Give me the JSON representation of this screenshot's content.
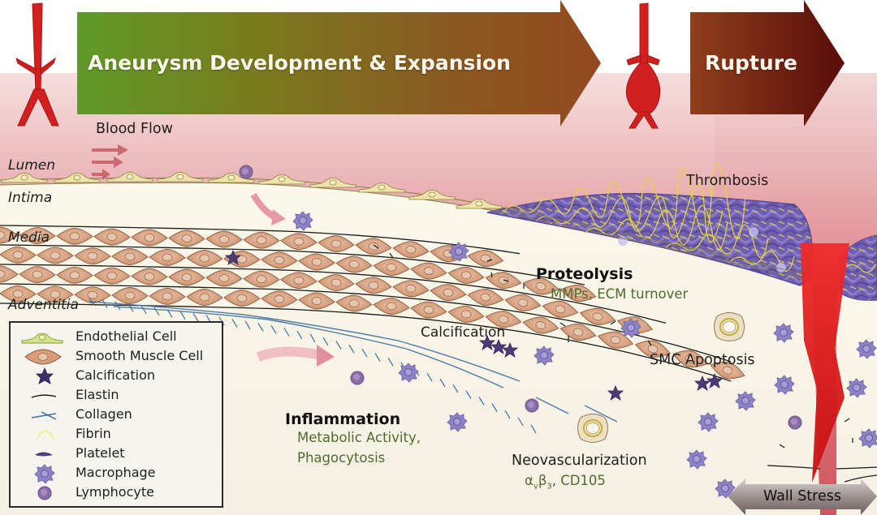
{
  "diagram": {
    "banners": {
      "development": "Aneurysm Development & Expansion",
      "rupture": "Rupture"
    },
    "colors": {
      "blood": "#d76a72",
      "wall": "#f7f2e0",
      "smc": "#d9a07e",
      "endothelial": "#e9df9a",
      "collagen": "#3f6fa0",
      "macrophage": "#8b7fc0",
      "thrombus": "#6a5aa8",
      "fibrin": "#e5d44a",
      "banner_start": "#5f9a2a",
      "banner_end": "#6d1d12",
      "rupture_red": "#e01f1f",
      "green_text": "#4f6b2d"
    },
    "flow_label": "Blood Flow",
    "layers": {
      "lumen": "Lumen",
      "intima": "Intima",
      "media": "Media",
      "adventitia": "Adventitia"
    },
    "annotations": {
      "thrombosis": "Thrombosis",
      "proteolysis": {
        "title": "Proteolysis",
        "detail": "MMPs, ECM turnover"
      },
      "calcification": "Calcification",
      "smc_apoptosis": "SMC Apoptosis",
      "inflammation": {
        "title": "Inflammation",
        "detail_line1": "Metabolic Activity,",
        "detail_line2": "Phagocytosis"
      },
      "neovascularization": {
        "title": "Neovascularization",
        "detail": "αvβ3, CD105",
        "alpha": "α",
        "alpha_sub": "v",
        "beta": "β",
        "beta_sub": "3",
        "rest": ", CD105"
      },
      "wall_stress": "Wall Stress"
    },
    "legend": [
      {
        "icon": "endothelial-cell-icon",
        "label": "Endothelial Cell"
      },
      {
        "icon": "smooth-muscle-cell-icon",
        "label": "Smooth Muscle Cell"
      },
      {
        "icon": "calcification-icon",
        "label": "Calcification"
      },
      {
        "icon": "elastin-icon",
        "label": "Elastin"
      },
      {
        "icon": "collagen-icon",
        "label": "Collagen"
      },
      {
        "icon": "fibrin-icon",
        "label": "Fibrin"
      },
      {
        "icon": "platelet-icon",
        "label": "Platelet"
      },
      {
        "icon": "macrophage-icon",
        "label": "Macrophage"
      },
      {
        "icon": "lymphocyte-icon",
        "label": "Lymphocyte"
      }
    ]
  }
}
